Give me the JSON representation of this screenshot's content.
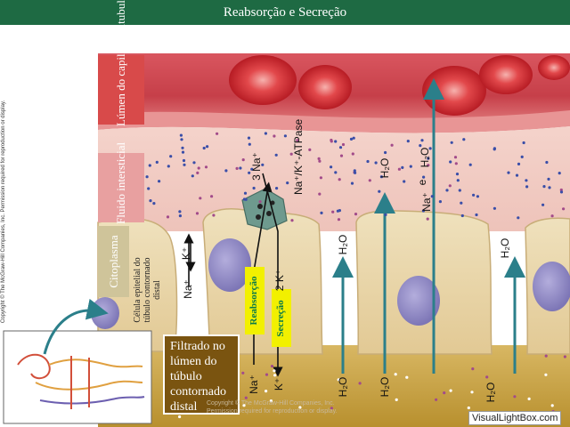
{
  "title": "Reabsorção e Secreção",
  "regions": {
    "capillary": "Lúmen do capilar peritubular",
    "interstitial": "Fluido intersticial",
    "cytoplasm": "Citoplasma"
  },
  "cell_label": "Célula epitelial do túbulo contornado distal",
  "filtrate_label": "Filtrado no lúmen do túbulo contornado distal",
  "process_labels": {
    "reabsorption": "Reabsorção",
    "secretion": "Secreção"
  },
  "pump_label": "Na⁺/K⁺-ATPase",
  "transport_labels": {
    "na3": "3 Na⁺",
    "k2": "2 K⁺",
    "k_basolateral": "K⁺",
    "na_basolateral": "Na⁺",
    "na_lumen": "Na⁺",
    "k_lumen": "K⁺",
    "h2o_1_cell": "H₂O",
    "h2o_1_lumen": "H₂O",
    "h2o_2_inter": "H₂O",
    "h2o_2_lumen": "H₂O",
    "na_e_h2o_na": "Na⁺",
    "na_e_h2o_e": "e",
    "na_e_h2o_h2o": "H₂O",
    "h2o_3_cell": "H₂O",
    "h2o_3_lumen": "H₂O"
  },
  "copyright_side": "Copyright © The McGraw-Hill Companies, Inc. Permission required for reproduction or display.",
  "copyright_footer": "Copyright © The McGraw-Hill Companies, Inc. Permission required for reproduction or display.",
  "watermark": "VisualLightBox.com",
  "colors": {
    "title_bg": "#1e6a43",
    "capillary": "#c8414a",
    "interstitial": "#f0c9c0",
    "cell": "#e8d4a8",
    "nucleus": "#8f88c4",
    "lumen": "#c9a24a",
    "arrow_teal": "#2b7f8a",
    "label_box_red": "#d84a4a",
    "label_box_pink": "#e8a0a0",
    "label_box_tan": "#cfc49a",
    "process_yellow": "#f2f000",
    "filtrate_box": "#7a5410"
  }
}
